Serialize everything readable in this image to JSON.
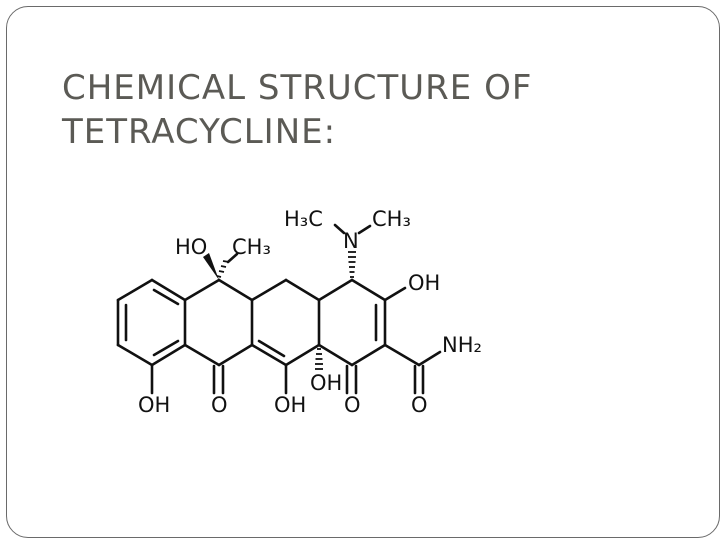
{
  "title": {
    "line1": "CHEMICAL STRUCTURE OF",
    "line2": "TETRACYCLINE:"
  },
  "molecule": {
    "labels": {
      "h3c_left": "H₃C",
      "ch3_right": "CH₃",
      "n": "N",
      "ho_c6": "HO",
      "ch3_c6": "CH₃",
      "oh_c3": "OH",
      "nh2": "NH₂",
      "oh_c10": "OH",
      "o_c11": "O",
      "oh_c12": "OH",
      "oh_c12a": "OH",
      "o_c1": "O",
      "o_amide": "O"
    }
  }
}
